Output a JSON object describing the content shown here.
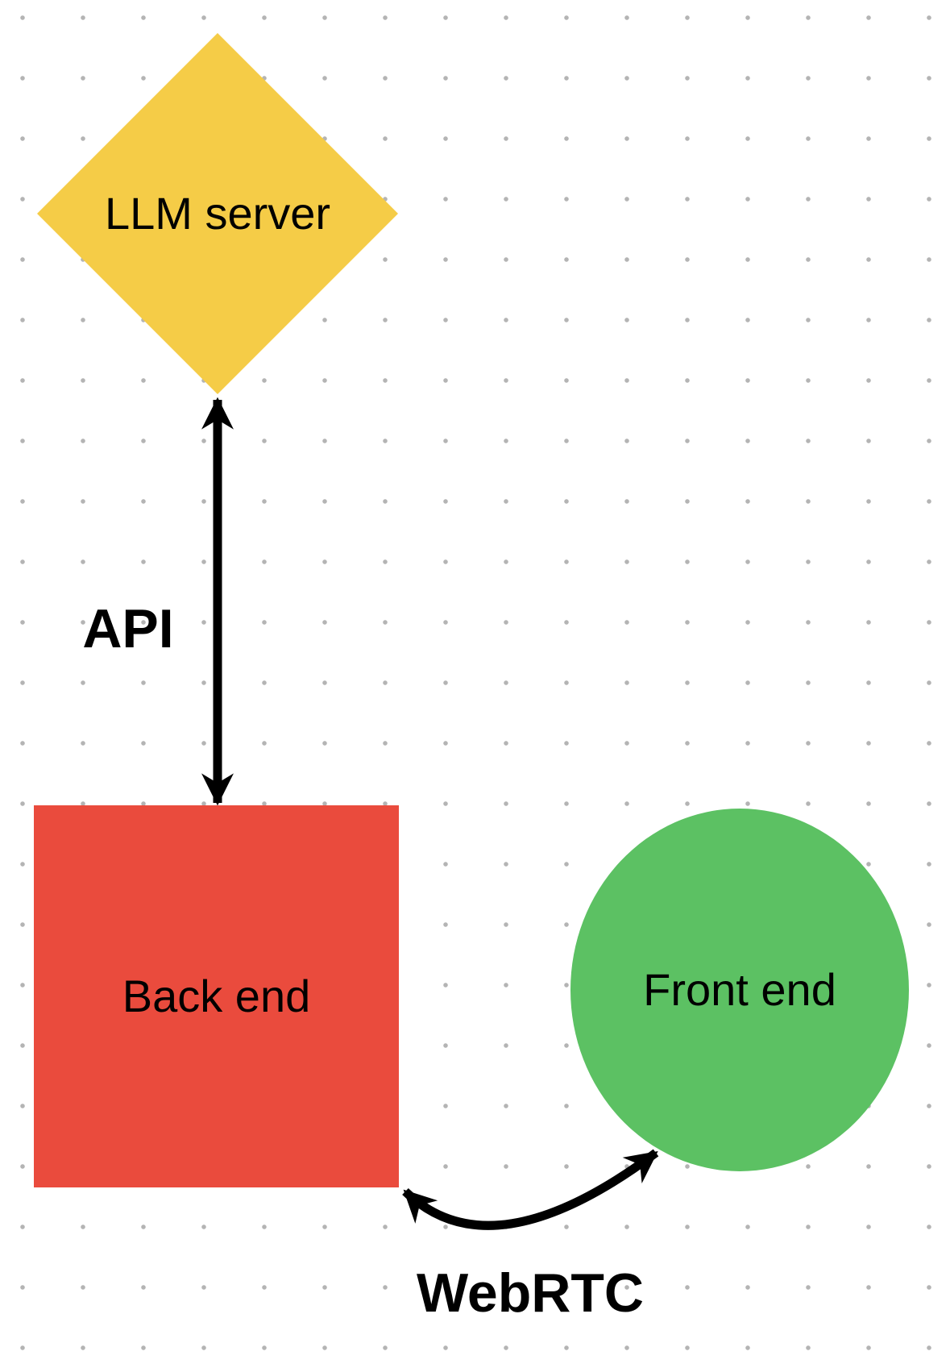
{
  "diagram": {
    "dot_color": "#b4b4b4",
    "text_color": "#000000",
    "nodes": {
      "llm_server": {
        "label": "LLM server",
        "shape": "diamond",
        "color": "#f5cc47"
      },
      "back_end": {
        "label": "Back end",
        "shape": "square",
        "color": "#ea4b3d"
      },
      "front_end": {
        "label": "Front end",
        "shape": "circle",
        "color": "#5cc163"
      }
    },
    "connectors": {
      "api": {
        "label": "API",
        "from": "LLM server",
        "to": "Back end",
        "type": "double-arrow-straight",
        "color": "#000000"
      },
      "webrtc": {
        "label": "WebRTC",
        "from": "Back end",
        "to": "Front end",
        "type": "double-arrow-curved",
        "color": "#000000"
      }
    }
  }
}
